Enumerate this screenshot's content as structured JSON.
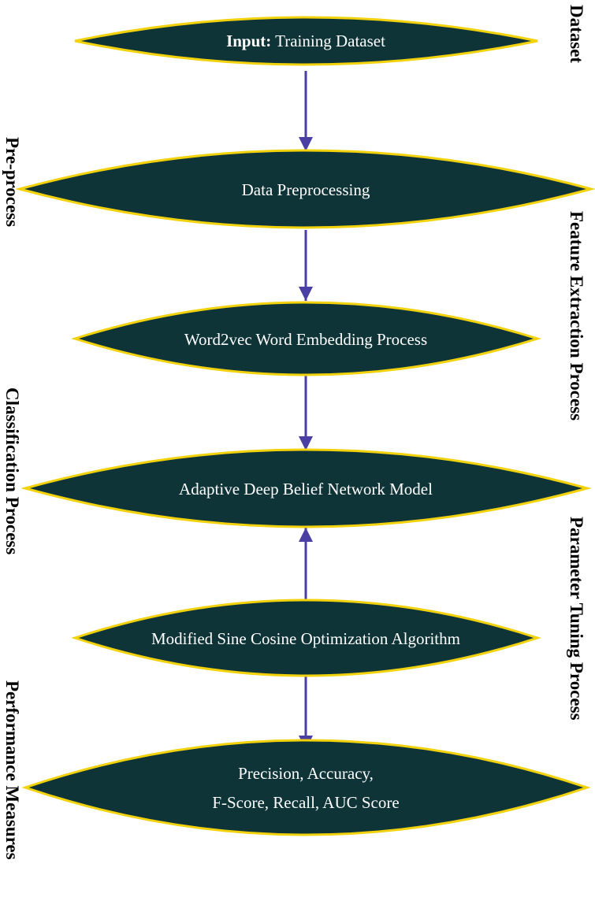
{
  "colors": {
    "node_fill": "#0e3438",
    "node_border": "#f2d20c",
    "arrow": "#4a3fa3",
    "side_label": "#000000"
  },
  "nodes": [
    {
      "id": "input",
      "bold": "Input:",
      "text": " Training Dataset"
    },
    {
      "id": "preprocessing",
      "text": "Data Preprocessing"
    },
    {
      "id": "embedding",
      "text": "Word2vec Word Embedding Process"
    },
    {
      "id": "adbn",
      "text": "Adaptive Deep Belief Network Model"
    },
    {
      "id": "msco",
      "text": "Modified Sine Cosine Optimization Algorithm"
    },
    {
      "id": "measures",
      "line1": "Precision, Accuracy,",
      "line2": "F-Score, Recall, AUC Score"
    }
  ],
  "side_labels": {
    "dataset": "Dataset",
    "preprocess": "Pre-process",
    "feature_extraction": "Feature Extraction Process",
    "classification": "Classification Process",
    "parameter_tuning": "Parameter Tuning Process",
    "performance": "Performance Measures"
  }
}
